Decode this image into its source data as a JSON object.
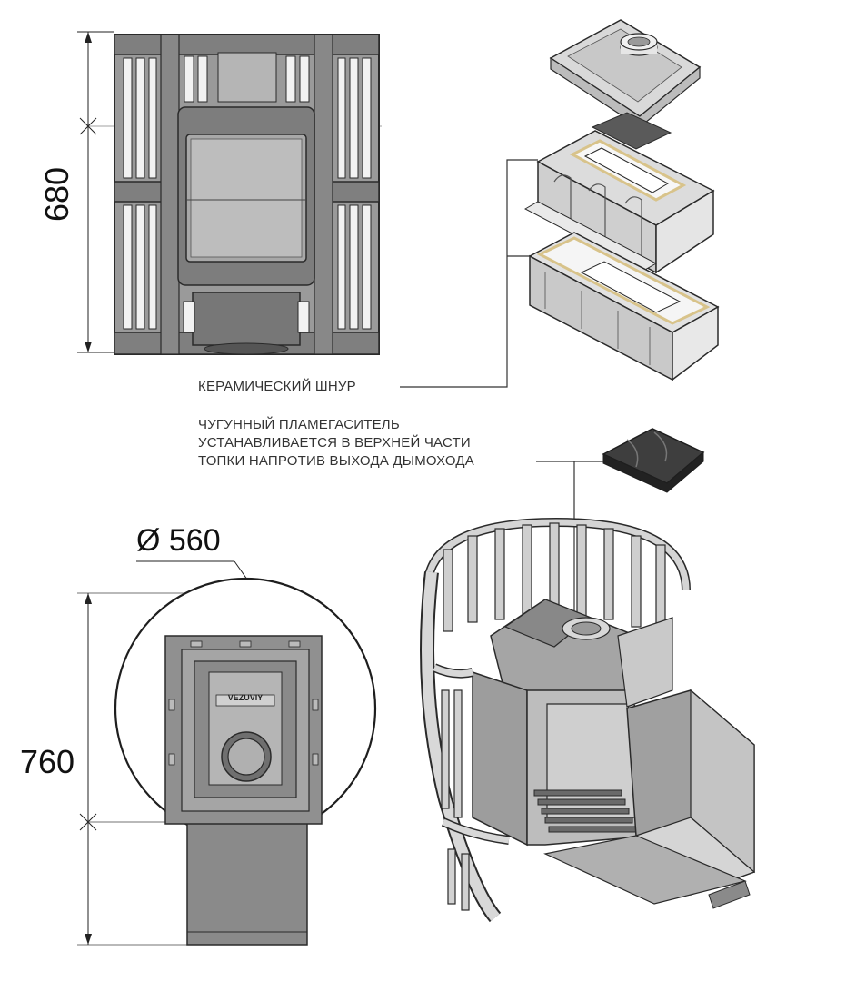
{
  "dimensions": {
    "height_front": "680",
    "diameter": "Ø 560",
    "depth": "760"
  },
  "annotations": {
    "ceramic_cord": "КЕРАМИЧЕСКИЙ ШНУР",
    "flame_arrester_line1": "ЧУГУННЫЙ ПЛАМЕГАСИТЕЛЬ",
    "flame_arrester_line2": "УСТАНАВЛИВАЕТСЯ В ВЕРХНЕЙ ЧАСТИ",
    "flame_arrester_line3": "ТОПКИ НАПРОТИВ ВЫХОДА ДЫМОХОДА"
  },
  "brand_marks": {
    "door_logo": "VEZUVIY"
  },
  "colors": {
    "stove_gray": "#8a8a8a",
    "stove_light": "#c9c9c9",
    "stove_dark": "#5a5a5a",
    "outline": "#2a2a2a",
    "cord": "#d8c38a"
  }
}
